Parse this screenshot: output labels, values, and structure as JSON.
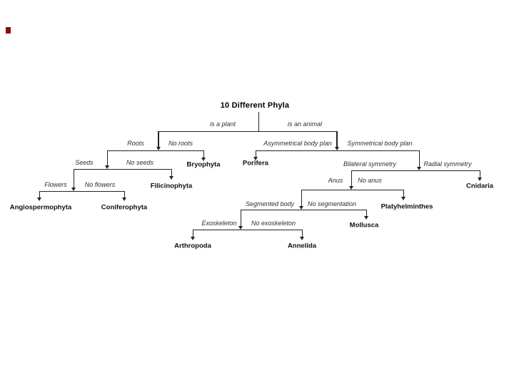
{
  "title": "10 Different Phyla",
  "diagram": {
    "type": "dichotomous-key-decision-tree",
    "marker_color": "#7e1113",
    "branch_labels": {
      "plant": "is a plant",
      "animal": "is an animal",
      "roots": "Roots",
      "no_roots": "No roots",
      "asymmetrical": "Asymmetrical body plan",
      "symmetrical": "Symmetrical body plan",
      "seeds": "Seeds",
      "no_seeds": "No seeds",
      "bilateral": "Bilateral symmetry",
      "radial": "Radial symmetry",
      "flowers": "Flowers",
      "no_flowers": "No flowers",
      "anus": "Anus",
      "no_anus": "No anus",
      "segmented": "Segmented body",
      "no_segmentation": "No segmentation",
      "exoskeleton": "Exoskeleton",
      "no_exoskeleton": "No exoskeleton"
    },
    "phyla": {
      "bryophyta": "Bryophyta",
      "filicinophyta": "Filicinophyta",
      "angiospermophyta": "Angiospermophyta",
      "coniferophyta": "Coniferophyta",
      "porifera": "Porifera",
      "cnidaria": "Cnidaria",
      "platyhelminthes": "Platyhelminthes",
      "mollusca": "Mollusca",
      "arthropoda": "Arthropoda",
      "annelida": "Annelida"
    },
    "tree": {
      "label": "10 Different Phyla",
      "children": [
        {
          "edge": "is a plant",
          "children": [
            {
              "edge": "Roots",
              "children": [
                {
                  "edge": "Seeds",
                  "children": [
                    {
                      "edge": "Flowers",
                      "leaf": "Angiospermophyta"
                    },
                    {
                      "edge": "No flowers",
                      "leaf": "Coniferophyta"
                    }
                  ]
                },
                {
                  "edge": "No seeds",
                  "leaf": "Filicinophyta"
                }
              ]
            },
            {
              "edge": "No roots",
              "leaf": "Bryophyta"
            }
          ]
        },
        {
          "edge": "is an animal",
          "children": [
            {
              "edge": "Asymmetrical body plan",
              "leaf": "Porifera"
            },
            {
              "edge": "Symmetrical body plan",
              "children": [
                {
                  "edge": "Bilateral symmetry",
                  "children": [
                    {
                      "edge": "Anus",
                      "children": [
                        {
                          "edge": "Segmented body",
                          "children": [
                            {
                              "edge": "Exoskeleton",
                              "leaf": "Arthropoda"
                            },
                            {
                              "edge": "No exoskeleton",
                              "leaf": "Annelida"
                            }
                          ]
                        },
                        {
                          "edge": "No segmentation",
                          "leaf": "Mollusca"
                        }
                      ]
                    },
                    {
                      "edge": "No anus",
                      "leaf": "Platyhelminthes"
                    }
                  ]
                },
                {
                  "edge": "Radial symmetry",
                  "leaf": "Cnidaria"
                }
              ]
            }
          ]
        }
      ]
    }
  }
}
